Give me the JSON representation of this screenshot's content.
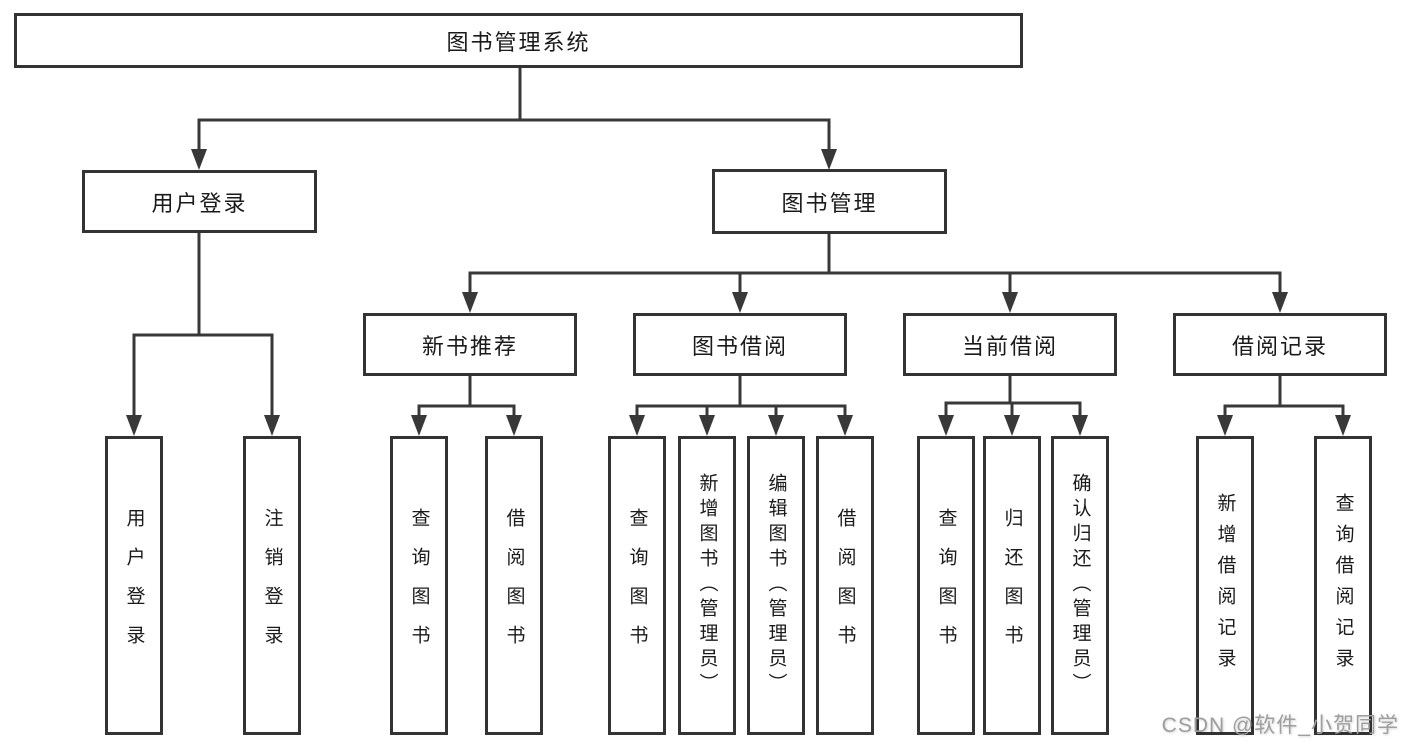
{
  "colors": {
    "line": "#383838",
    "box_border": "#333333",
    "box_fill": "#ffffff",
    "text": "#1a1a1a",
    "watermark": "#9e9e9e"
  },
  "tree": {
    "root": {
      "label": "图书管理系统",
      "children": [
        {
          "label": "用户登录",
          "children": [
            {
              "label": "用户登录"
            },
            {
              "label": "注销登录"
            }
          ]
        },
        {
          "label": "图书管理",
          "children": [
            {
              "label": "新书推荐",
              "children": [
                {
                  "label": "查询图书"
                },
                {
                  "label": "借阅图书"
                }
              ]
            },
            {
              "label": "图书借阅",
              "children": [
                {
                  "label": "查询图书"
                },
                {
                  "label": "新增图书（管理员）"
                },
                {
                  "label": "编辑图书（管理员）"
                },
                {
                  "label": "借阅图书"
                }
              ]
            },
            {
              "label": "当前借阅",
              "children": [
                {
                  "label": "查询图书"
                },
                {
                  "label": "归还图书"
                },
                {
                  "label": "确认归还（管理员）"
                }
              ]
            },
            {
              "label": "借阅记录",
              "children": [
                {
                  "label": "新增借阅记录"
                },
                {
                  "label": "查询借阅记录"
                }
              ]
            }
          ]
        }
      ]
    }
  },
  "watermark": {
    "text": "CSDN @软件_小贺同学"
  }
}
